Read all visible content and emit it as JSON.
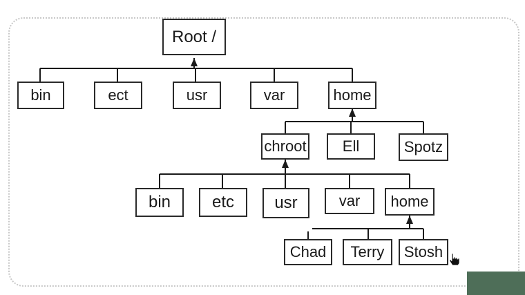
{
  "diagram": {
    "root": "Root /",
    "level1": [
      "bin",
      "ect",
      "usr",
      "var",
      "home"
    ],
    "home_children": [
      "chroot",
      "Ell",
      "Spotz"
    ],
    "chroot_children": [
      "bin",
      "etc",
      "usr",
      "var",
      "home"
    ],
    "chroot_home_children": [
      "Chad",
      "Terry",
      "Stosh"
    ]
  },
  "colors": {
    "node_border": "#2a2a2a",
    "line": "#1a1a1a",
    "frame_border": "#c8c8c8",
    "corner_block": "#4e6e58"
  },
  "icons": {
    "cursor": "hand-cursor-icon"
  }
}
